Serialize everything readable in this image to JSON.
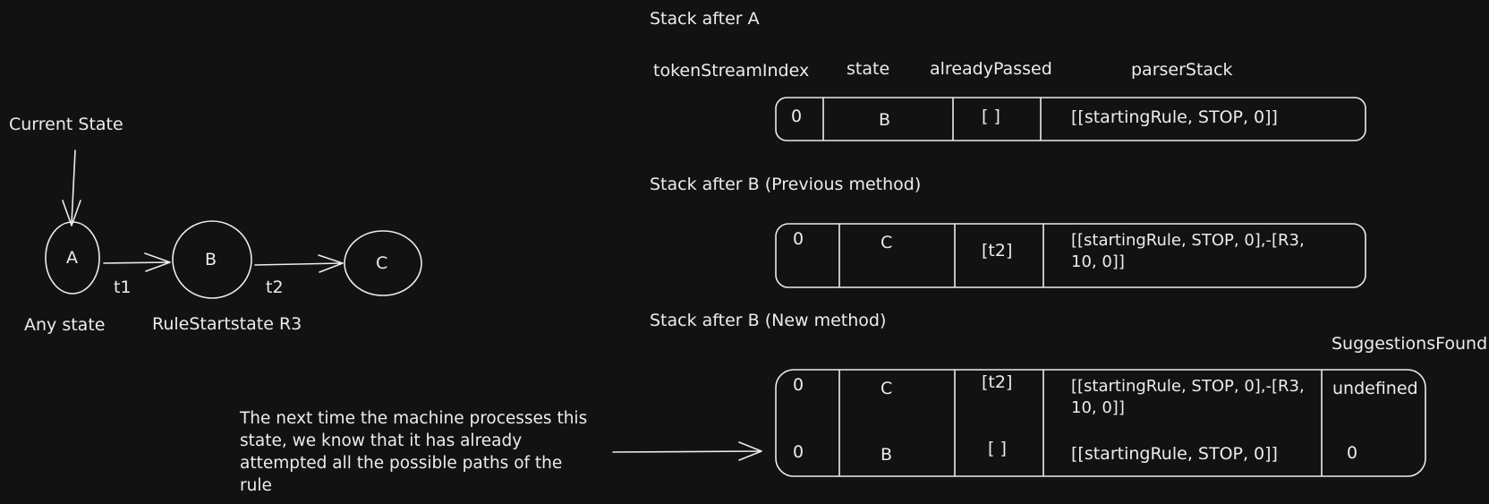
{
  "state_diagram": {
    "current_state_label": "Current State",
    "nodes": [
      {
        "id": "A",
        "label": "A",
        "caption": "Any state"
      },
      {
        "id": "B",
        "label": "B",
        "caption": "RuleStartstate R3"
      },
      {
        "id": "C",
        "label": "C",
        "caption": ""
      }
    ],
    "edges": [
      {
        "from": "A",
        "to": "B",
        "label": "t1"
      },
      {
        "from": "B",
        "to": "C",
        "label": "t2"
      }
    ]
  },
  "note_text": "The next time the machine processes this state, we know that it has already attempted all the possible paths of the rule",
  "column_headers": {
    "token_stream_index": "tokenStreamIndex",
    "state": "state",
    "already_passed": "alreadyPassed",
    "parser_stack": "parserStack",
    "suggestions_found": "SuggestionsFound"
  },
  "stacks": [
    {
      "title": "Stack after A",
      "rows": [
        {
          "tokenStreamIndex": "0",
          "state": "B",
          "alreadyPassed": "[ ]",
          "parserStack": "[[startingRule, STOP, 0]]"
        }
      ]
    },
    {
      "title": "Stack after B (Previous method)",
      "rows": [
        {
          "tokenStreamIndex": "0",
          "state": "C",
          "alreadyPassed": "[t2]",
          "parserStack": "[[startingRule, STOP, 0],-[R3, 10, 0]]"
        }
      ]
    },
    {
      "title": "Stack after B (New method)",
      "rows": [
        {
          "tokenStreamIndex": "0",
          "state": "C",
          "alreadyPassed": "[t2]",
          "parserStack": "[[startingRule, STOP, 0],-[R3, 10, 0]]",
          "suggestionsFound": "undefined"
        },
        {
          "tokenStreamIndex": "0",
          "state": "B",
          "alreadyPassed": "[ ]",
          "parserStack": "[[startingRule, STOP, 0]]",
          "suggestionsFound": "0"
        }
      ]
    }
  ],
  "colors": {
    "background": "#121212",
    "ink": "#ececec"
  }
}
